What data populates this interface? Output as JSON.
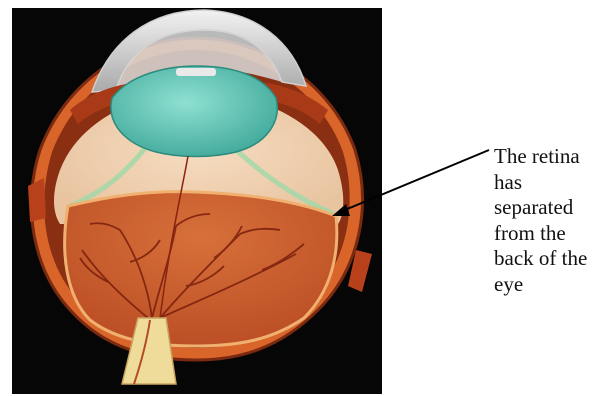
{
  "colors": {
    "background": "#ffffff",
    "panel": "#060606",
    "lens": "#5fc4b5",
    "vitreous": "#f2d2b2",
    "retina": "#c8582a",
    "sclera": "#d9652a",
    "nerve": "#f0dc9a",
    "arrow": "#000000"
  },
  "annotation": {
    "lines": [
      "The retina",
      "has",
      "separated",
      "from the",
      "back of the",
      "eye"
    ]
  }
}
